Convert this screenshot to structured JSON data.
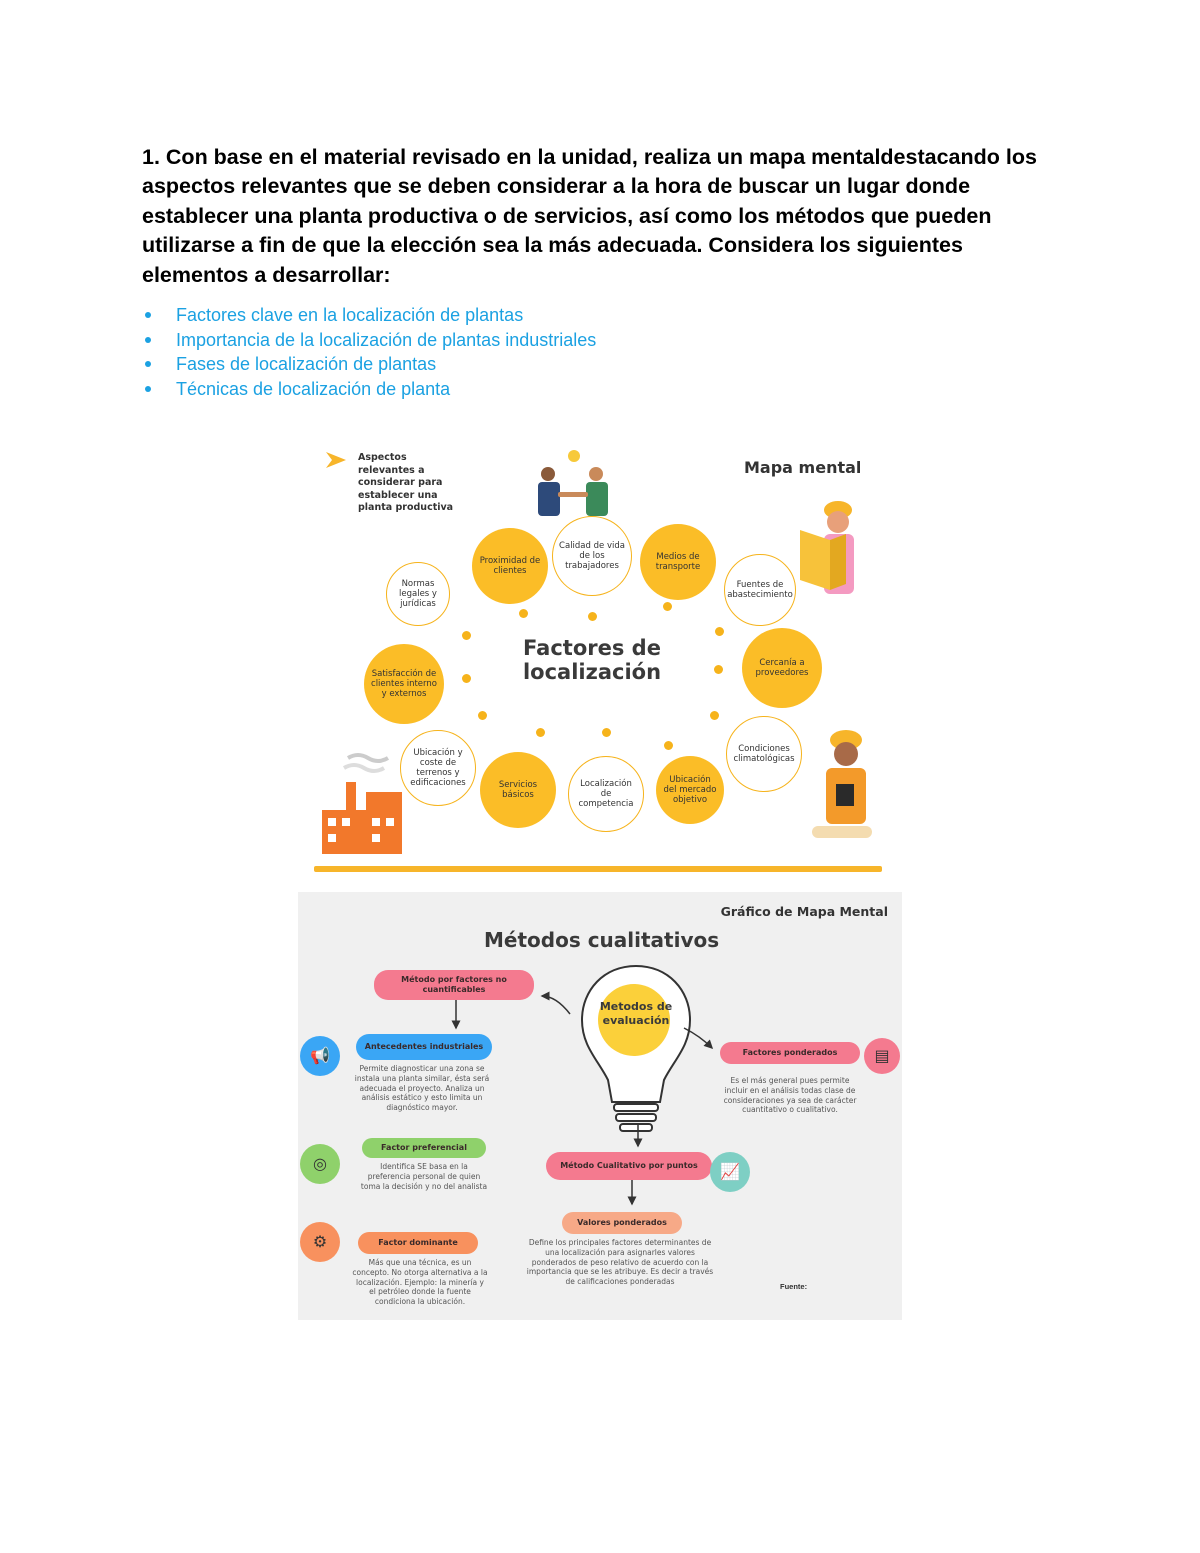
{
  "question": "1. Con base en el material revisado en la unidad, realiza un mapa mentaldestacando los aspectos relevantes que se deben considerar a la hora de buscar un lugar donde establecer una planta productiva o de servicios, así como los métodos que pueden utilizarse a fin de que la elección sea la más adecuada. Considera los siguientes elementos a desarrollar:",
  "bullets": [
    "Factores clave en la localización de plantas",
    "Importancia de la localización de plantas industriales",
    "Fases de localización de plantas",
    "Técnicas de localización de planta"
  ],
  "map1": {
    "aspects": "Aspectos relevantes a considerar para establecer una planta productiva",
    "title_right": "Mapa mental",
    "center_line1": "Factores de",
    "center_line2": "localización",
    "nodes": [
      "Normas legales y jurídicas",
      "Proximidad de clientes",
      "Calidad de vida de los trabajadores",
      "Medios de transporte",
      "Fuentes de abastecimiento",
      "Satisfacción de clientes interno y externos",
      "Cercanía a proveedores",
      "Ubicación y coste de terrenos y edificaciones",
      "Servicios básicos",
      "Localización de competencia",
      "Ubicación del mercado objetivo",
      "Condiciones climatológicas"
    ],
    "colors": {
      "accent": "#fbbd27",
      "outline": "#f6b31b"
    }
  },
  "map2": {
    "graphic_title": "Gráfico de Mapa Mental",
    "title": "Métodos cualitativos",
    "bulb": "Metodos de evaluación",
    "no_cuant": "Método por factores no cuantificables",
    "antecedentes": "Antecedentes industriales",
    "antecedentes_desc": "Permite diagnosticar una zona se instala una planta similar, ésta será adecuada el proyecto. Analiza un análisis estático y esto limita un diagnóstico mayor.",
    "preferencial": "Factor preferencial",
    "preferencial_desc": "Identifica SE basa en la preferencia personal de quien toma la decisión y no del analista",
    "dominante": "Factor dominante",
    "dominante_desc": "Más que una técnica, es un concepto. No otorga alternativa a la localización. Ejemplo: la minería y el petróleo donde la fuente condiciona la ubicación.",
    "ponderados": "Factores ponderados",
    "ponderados_desc": "Es el más general pues permite incluir en el análisis todas clase de consideraciones ya sea de carácter cuantitativo o cualitativo.",
    "cualitativo_puntos": "Método Cualitativo por puntos",
    "valores": "Valores ponderados",
    "valores_desc": "Define los principales factores determinantes de una localización para asignarles valores ponderados de peso relativo de acuerdo con la importancia que se les atribuye. Es decir a través de calificaciones ponderadas",
    "fuente": "Fuente:"
  }
}
